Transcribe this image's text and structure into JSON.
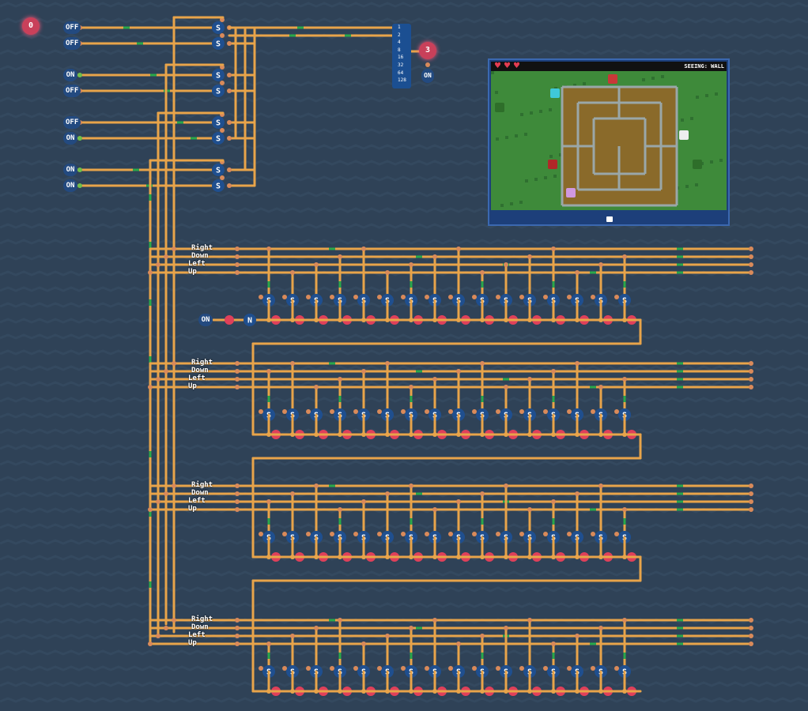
{
  "counter": {
    "value": "0"
  },
  "inputs": [
    {
      "label": "OFF",
      "state": "off"
    },
    {
      "label": "OFF",
      "state": "off"
    },
    {
      "label": "ON",
      "state": "on"
    },
    {
      "label": "OFF",
      "state": "off"
    },
    {
      "label": "OFF",
      "state": "off"
    },
    {
      "label": "ON",
      "state": "on"
    },
    {
      "label": "ON",
      "state": "on"
    },
    {
      "label": "ON",
      "state": "on"
    }
  ],
  "decoder": {
    "bits": [
      "1",
      "2",
      "4",
      "8",
      "16",
      "32",
      "64",
      "128"
    ],
    "output": "3",
    "switch_label": "ON"
  },
  "game": {
    "hearts": [
      "♥",
      "♥",
      "♥"
    ],
    "seeing_text": "SEEING: WALL"
  },
  "direction_labels": [
    "Right",
    "Down",
    "Left",
    "Up"
  ],
  "row_switch": {
    "label": "ON",
    "gate_label": "N"
  },
  "gate_letter": "S",
  "colors": {
    "background": "#2f4257",
    "wire": "#e8a44a",
    "node": "#1f4f8f",
    "led": "#e0405a",
    "signal": "#2aa84a"
  }
}
